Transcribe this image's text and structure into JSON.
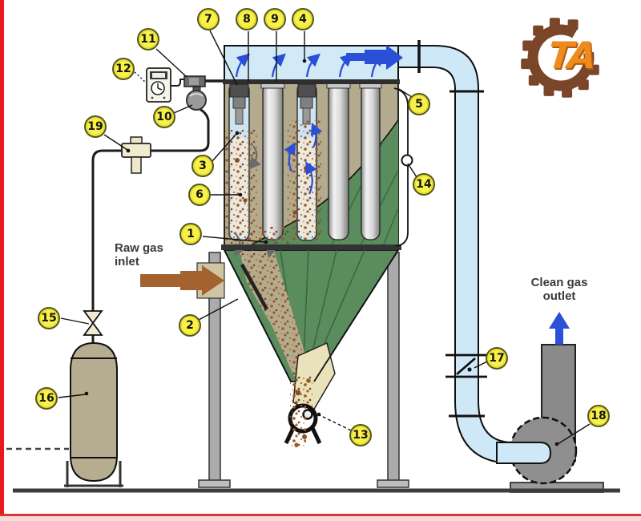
{
  "labels": {
    "raw_gas_line1": "Raw gas",
    "raw_gas_line2": "inlet",
    "clean_gas_line1": "Clean gas",
    "clean_gas_line2": "outlet"
  },
  "logo": {
    "text": "TA"
  },
  "callouts": {
    "c1": "1",
    "c2": "2",
    "c3": "3",
    "c4": "4",
    "c5": "5",
    "c6": "6",
    "c7": "7",
    "c8": "8",
    "c9": "9",
    "c10": "10",
    "c11": "11",
    "c12": "12",
    "c13": "13",
    "c14": "14",
    "c15": "15",
    "c16": "16",
    "c17": "17",
    "c18": "18",
    "c19": "19"
  },
  "colors": {
    "duct_blue": "#cfe8f7",
    "arrow_blue": "#2a50d8",
    "hopper_green": "#5a8c5e",
    "body_tan": "#b4aa8d",
    "dust_brown": "#9c5a26",
    "callout_yellow": "#f7f148",
    "logo_brown": "#7a4528",
    "logo_orange": "#ef8a1c",
    "frame_red": "#e81b1b",
    "metal_gray": "#8a8a8a"
  }
}
